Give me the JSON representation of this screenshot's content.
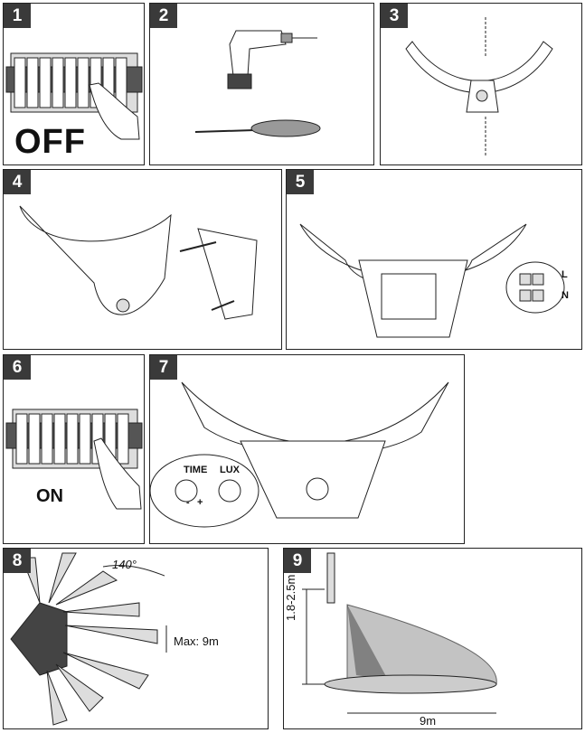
{
  "steps": [
    {
      "number": "1",
      "text": "OFF"
    },
    {
      "number": "2"
    },
    {
      "number": "3"
    },
    {
      "number": "4"
    },
    {
      "number": "5",
      "labels": {
        "live": "L",
        "neutral": "N"
      }
    },
    {
      "number": "6",
      "text": "ON"
    },
    {
      "number": "7",
      "labels": {
        "time": "TIME",
        "lux": "LUX",
        "minus": "-",
        "plus": "+"
      }
    },
    {
      "number": "8",
      "labels": {
        "angle": "140°",
        "range": "Max: 9m"
      }
    },
    {
      "number": "9",
      "labels": {
        "height": "1.8-2.5m",
        "distance": "9m"
      }
    }
  ]
}
